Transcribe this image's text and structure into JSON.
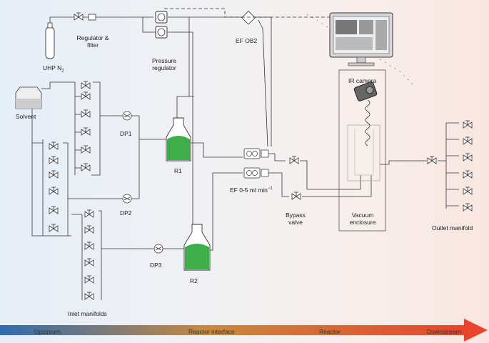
{
  "labels": {
    "uhp": "UHP N",
    "uhp_sub": "2",
    "regulator_filter_1": "Regulator &",
    "regulator_filter_2": "filter",
    "pressure_regulator_1": "Pressure",
    "pressure_regulator_2": "regulator",
    "ef_ob2": "EF OB2",
    "solvent": "Solvent",
    "dp1": "DP1",
    "dp2": "DP2",
    "dp3": "DP3",
    "r1": "R1",
    "r2": "R2",
    "ef_flow": "EF 0-5 ml min",
    "ef_flow_sup": "−1",
    "bypass_1": "Bypass",
    "bypass_2": "valve",
    "ir_camera": "IR camera",
    "vacuum_1": "Vacuum",
    "vacuum_2": "enclosure",
    "outlet_manifold": "Outlet manifold",
    "inlet_manifolds": "Inlet manifolds"
  },
  "stages": [
    "Upstream",
    "Reactor interface",
    "Reactor",
    "Downstream"
  ],
  "colors": {
    "reactor_liquid": "#3dae4a",
    "arrow_start": "#2f6cb0",
    "arrow_mid": "#c8893f",
    "arrow_end": "#e8442e"
  }
}
